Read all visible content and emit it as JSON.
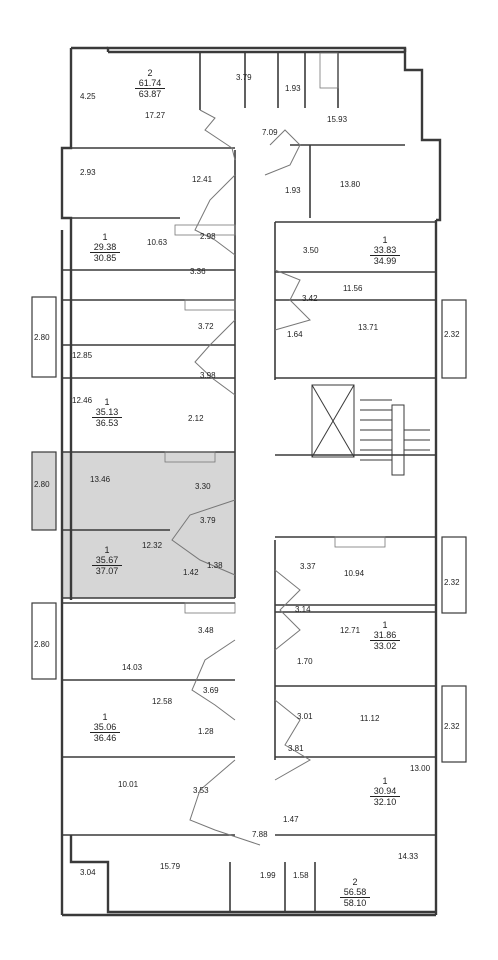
{
  "colors": {
    "wall": "#3a3a3a",
    "thin": "#777777",
    "highlight": "#d6d6d6",
    "text": "#222222"
  },
  "apartments": [
    {
      "rooms": "2",
      "living": "61.74",
      "total": "63.87"
    },
    {
      "rooms": "1",
      "living": "29.38",
      "total": "30.85"
    },
    {
      "rooms": "1",
      "living": "33.83",
      "total": "34.99"
    },
    {
      "rooms": "1",
      "living": "35.13",
      "total": "36.53"
    },
    {
      "rooms": "1",
      "living": "35.67",
      "total": "37.07"
    },
    {
      "rooms": "1",
      "living": "31.86",
      "total": "33.02"
    },
    {
      "rooms": "1",
      "living": "35.06",
      "total": "36.46"
    },
    {
      "rooms": "1",
      "living": "30.94",
      "total": "32.10"
    },
    {
      "rooms": "2",
      "living": "56.58",
      "total": "58.10"
    }
  ],
  "rooms": [
    "4.25",
    "17.27",
    "3.79",
    "1.93",
    "15.93",
    "7.09",
    "2.93",
    "12.41",
    "1.93",
    "13.80",
    "10.63",
    "2.98",
    "3.50",
    "3.36",
    "3.42",
    "11.56",
    "2.80",
    "3.72",
    "1.64",
    "13.71",
    "2.32",
    "12.85",
    "3.98",
    "12.46",
    "2.12",
    "13.46",
    "2.80",
    "3.30",
    "3.79",
    "12.32",
    "1.42",
    "1.38",
    "3.37",
    "2.32",
    "10.94",
    "3.14",
    "12.71",
    "2.80",
    "3.48",
    "1.70",
    "14.03",
    "3.69",
    "12.58",
    "3.01",
    "11.12",
    "2.32",
    "1.28",
    "3.81",
    "13.00",
    "10.01",
    "3.53",
    "1.47",
    "7.88",
    "14.33",
    "3.04",
    "15.79",
    "1.99",
    "1.58"
  ]
}
